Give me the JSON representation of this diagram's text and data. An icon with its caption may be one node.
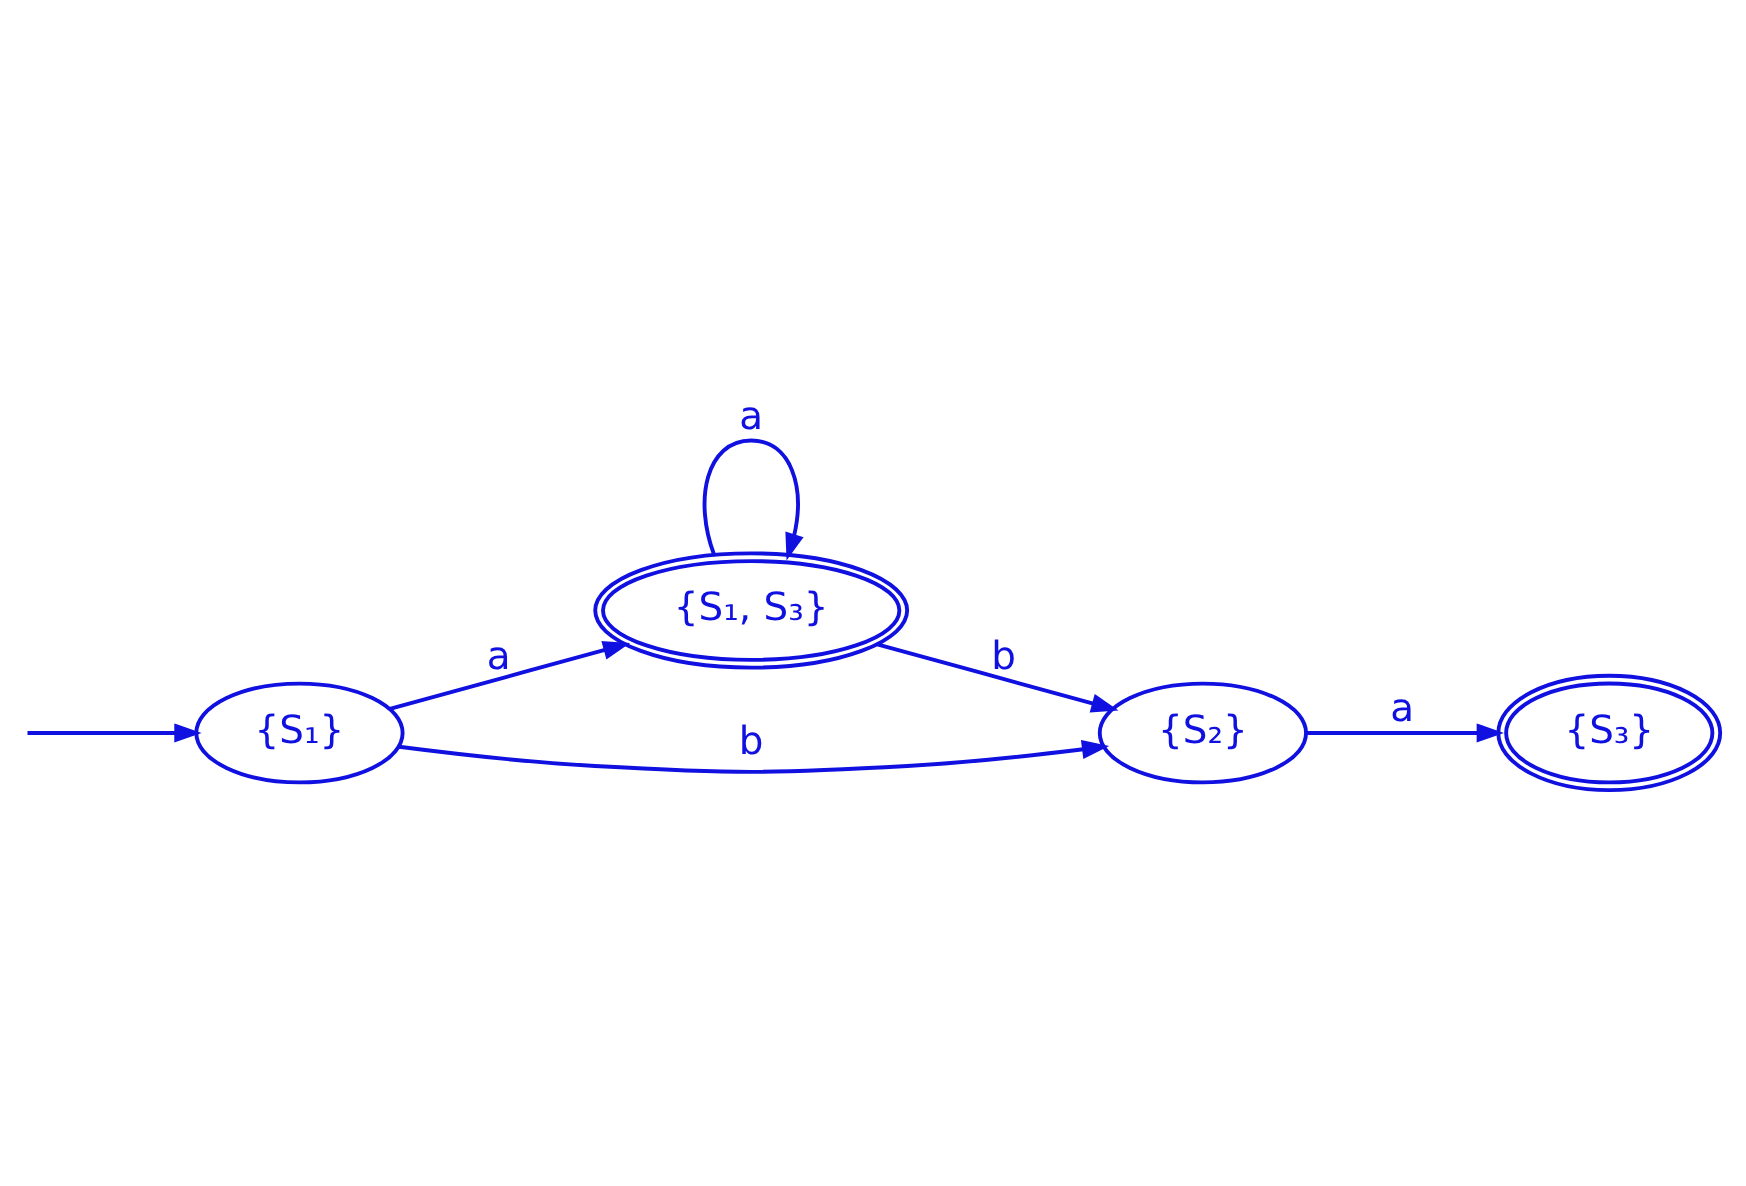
{
  "diagram": {
    "nodes": [
      {
        "text": [
          "{S₁}"
        ]
      },
      {
        "text": [
          "{S₁, S₃}"
        ]
      },
      {
        "text": [
          "{S₂}"
        ]
      },
      {
        "text": [
          "{S₃}"
        ]
      }
    ],
    "edges": [
      {
        "from": null,
        "to": 0,
        "arrow": "to"
      },
      {
        "from": 0,
        "to": 1,
        "arrow": "to",
        "label": "a"
      },
      {
        "from": 1,
        "to": 1,
        "arrow": "to",
        "label": "a"
      },
      {
        "from": 0,
        "to": 2,
        "arrow": "to",
        "label": "b"
      },
      {
        "from": 1,
        "to": 2,
        "arrow": "to",
        "label": "b"
      },
      {
        "from": 2,
        "to": 3,
        "arrow": "to",
        "label": "a"
      }
    ]
  }
}
